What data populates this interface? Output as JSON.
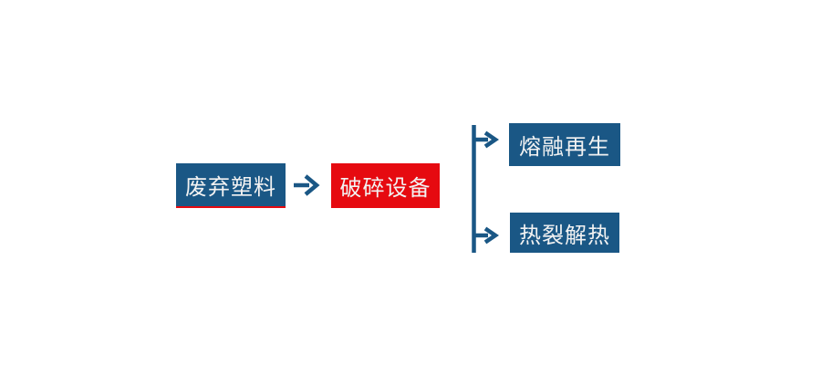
{
  "diagram": {
    "type": "flowchart",
    "title": "",
    "nodes": {
      "waste_plastic": {
        "label": "废弃塑料",
        "shape": "rect",
        "fill": "#1a5785",
        "underline": "#e60a10"
      },
      "crushing_equipment": {
        "label": "破碎设备",
        "shape": "rect",
        "fill": "#e60a10"
      },
      "melt_regeneration": {
        "label": "熔融再生",
        "shape": "rect",
        "fill": "#1a5785"
      },
      "pyrolysis_heat": {
        "label": "热裂解热",
        "shape": "rect",
        "fill": "#1a5785"
      }
    },
    "edges": [
      {
        "from": "waste_plastic",
        "to": "crushing_equipment",
        "style": "arrow"
      },
      {
        "from": "crushing_equipment",
        "to": "melt_regeneration",
        "style": "branch-arrow"
      },
      {
        "from": "crushing_equipment",
        "to": "pyrolysis_heat",
        "style": "branch-arrow"
      }
    ],
    "colors": {
      "blue": "#1a5785",
      "red": "#e60a10",
      "text": "#f2f2f2",
      "background": "#ffffff"
    }
  }
}
